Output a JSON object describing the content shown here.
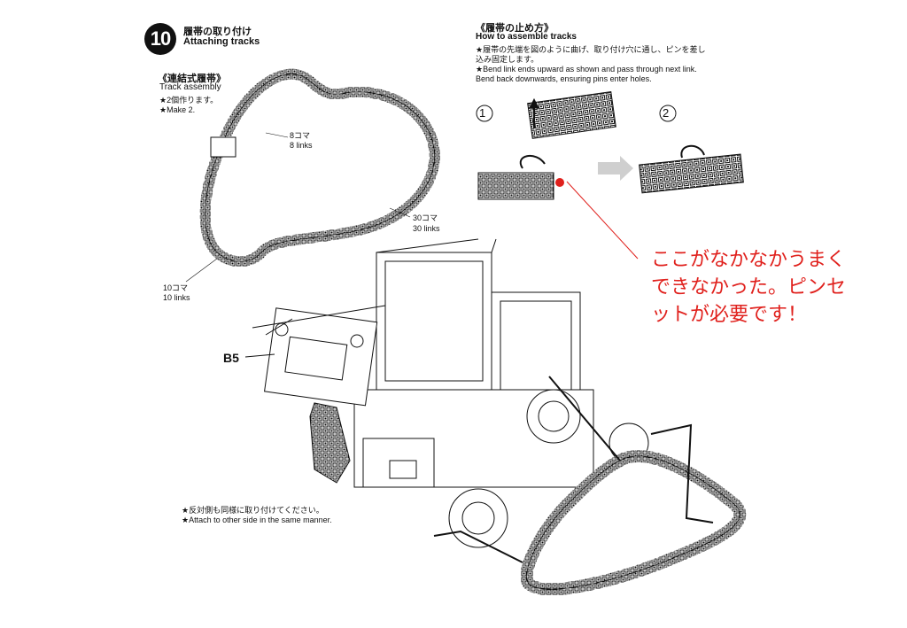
{
  "step": {
    "number": "10",
    "title_jp": "履帯の取り付け",
    "title_en": "Attaching tracks"
  },
  "track_assembly": {
    "heading_jp": "《連結式履帯》",
    "heading_en": "Track assembly",
    "note_jp": "★2個作ります。",
    "note_en": "★Make 2.",
    "labels": [
      {
        "jp": "8コマ",
        "en": "8 links"
      },
      {
        "jp": "30コマ",
        "en": "30 links"
      },
      {
        "jp": "10コマ",
        "en": "10 links"
      }
    ]
  },
  "how_to": {
    "heading_jp": "《履帯の止め方》",
    "heading_en": "How to assemble tracks",
    "note_jp": "★履帯の先端を図のように曲げ、取り付け穴に通し、ピンを差し込み固定します。",
    "note_en": "★Bend link ends upward as shown and pass through next link. Bend back downwards, ensuring pins enter holes.",
    "step1": "1",
    "step2": "2"
  },
  "part_label": "B5",
  "bottom_note": {
    "jp": "★反対側も同様に取り付けてください。",
    "en": "★Attach to other side in the same manner."
  },
  "annotation": {
    "text": "ここがなかなかうまくできなかった。ピンセットが必要です！",
    "color": "#e0201c"
  },
  "colors": {
    "line": "#111111",
    "annotation": "#e0201c"
  }
}
